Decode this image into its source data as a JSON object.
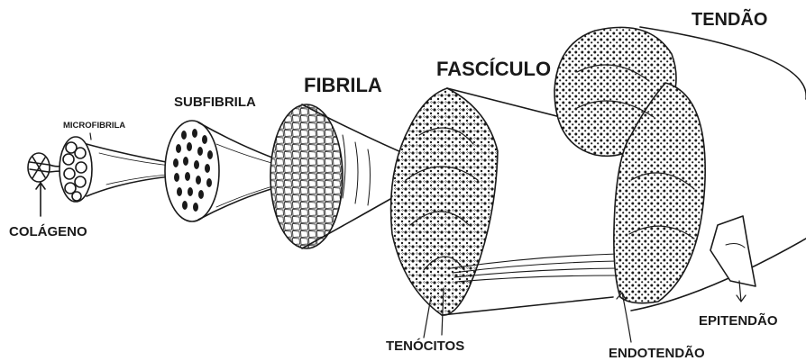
{
  "labels": {
    "tendao": "TENDÃO",
    "fasciculo": "FASCÍCULO",
    "fibrila": "FIBRILA",
    "subfibrila": "SUBFIBRILA",
    "microfibrila": "MICROFIBRILA",
    "colageno": "COLÁGENO",
    "tenocitos": "TENÓCITOS",
    "endotendao": "ENDOTENDÃO",
    "epitendao": "EPITENDÃO"
  },
  "colors": {
    "ink": "#1a1a1a",
    "background": "#ffffff"
  }
}
